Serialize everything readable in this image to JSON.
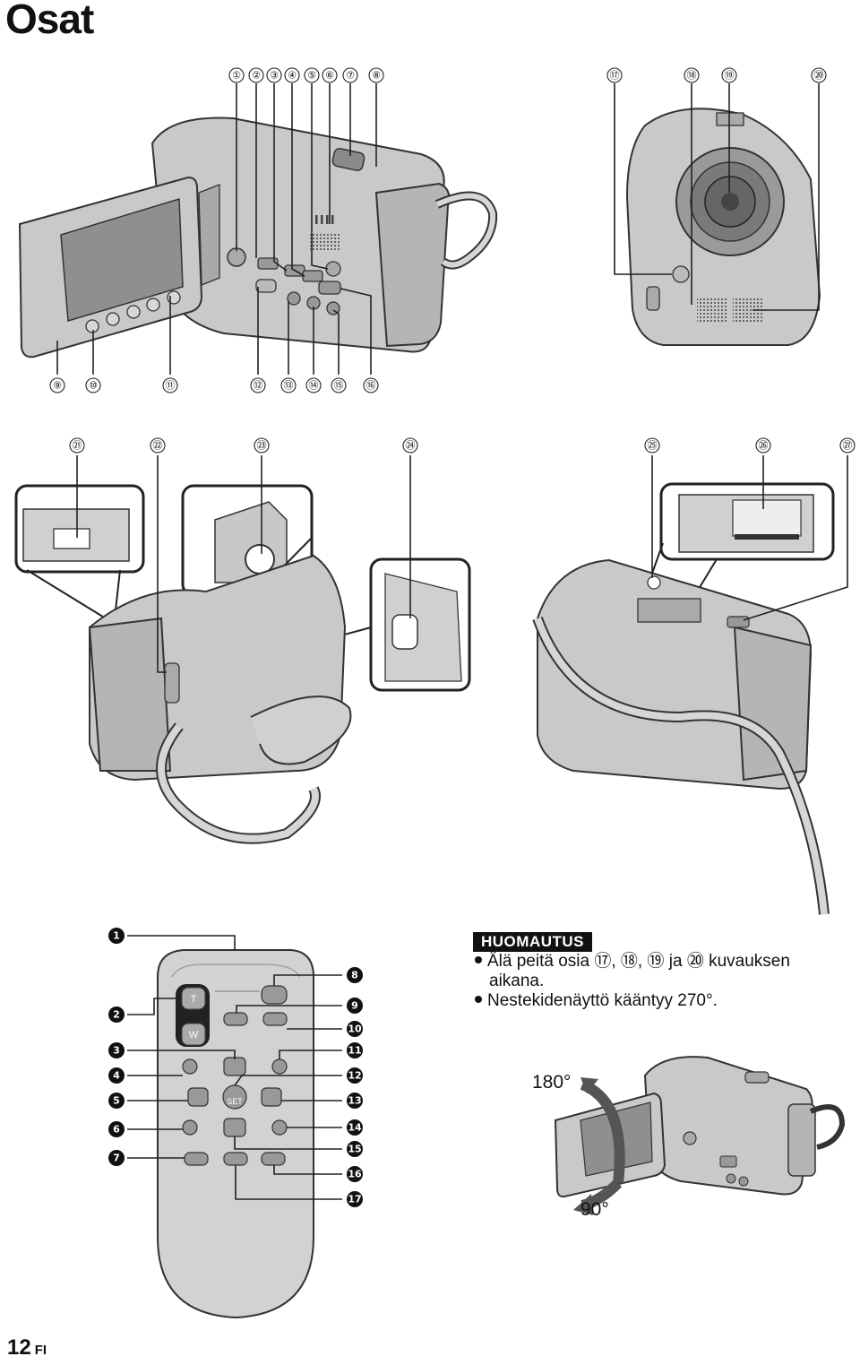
{
  "page_title": "Osat",
  "fig1_top": [
    "①",
    "②",
    "③",
    "④",
    "⑤",
    "⑥",
    "⑦",
    "⑧"
  ],
  "fig1_bottom": [
    "⑨",
    "⑩",
    "⑪",
    "⑫",
    "⑬",
    "⑭",
    "⑮",
    "⑯"
  ],
  "fig2_top": [
    "⑰",
    "⑱",
    "⑲",
    "⑳"
  ],
  "fig3_top": [
    "㉑",
    "㉒",
    "㉓",
    "㉔"
  ],
  "fig4_top": [
    "㉕",
    "㉖",
    "㉗"
  ],
  "remote_left": [
    "1",
    "2",
    "3",
    "4",
    "5",
    "6",
    "7"
  ],
  "remote_right": [
    "8",
    "9",
    "10",
    "11",
    "12",
    "13",
    "14",
    "15",
    "16",
    "17"
  ],
  "remote_keys": {
    "t": "T",
    "w": "W",
    "set": "SET"
  },
  "note": {
    "heading": "HUOMAUTUS",
    "line1": "Älä peitä osia ⑰, ⑱, ⑲ ja ⑳ kuvauksen",
    "line1b": "aikana.",
    "line2": "Nestekidenäyttö kääntyy 270°."
  },
  "angles": {
    "a180": "180°",
    "a90": "90°"
  },
  "footer": {
    "page": "12",
    "lang": "FI"
  }
}
